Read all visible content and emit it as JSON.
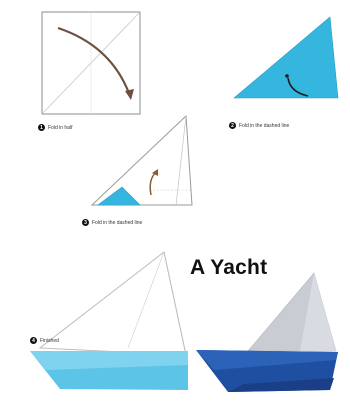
{
  "title": "A Yacht",
  "steps": [
    {
      "number": "1",
      "caption": "Fold in half"
    },
    {
      "number": "2",
      "caption": "Fold in the dashed line"
    },
    {
      "number": "3",
      "caption": "Fold in the dashed line"
    },
    {
      "number": "4",
      "caption": "Finished"
    }
  ],
  "colors": {
    "paper_light_blue": "#35b6de",
    "paper_mid_blue": "#5cc4e6",
    "paper_deep_blue": "#1f4fa0",
    "paper_navy": "#1a3f86",
    "sail_grey": "#c9ccd3",
    "line_grey": "#9a9a9a",
    "arrow": "#8a5a32"
  }
}
